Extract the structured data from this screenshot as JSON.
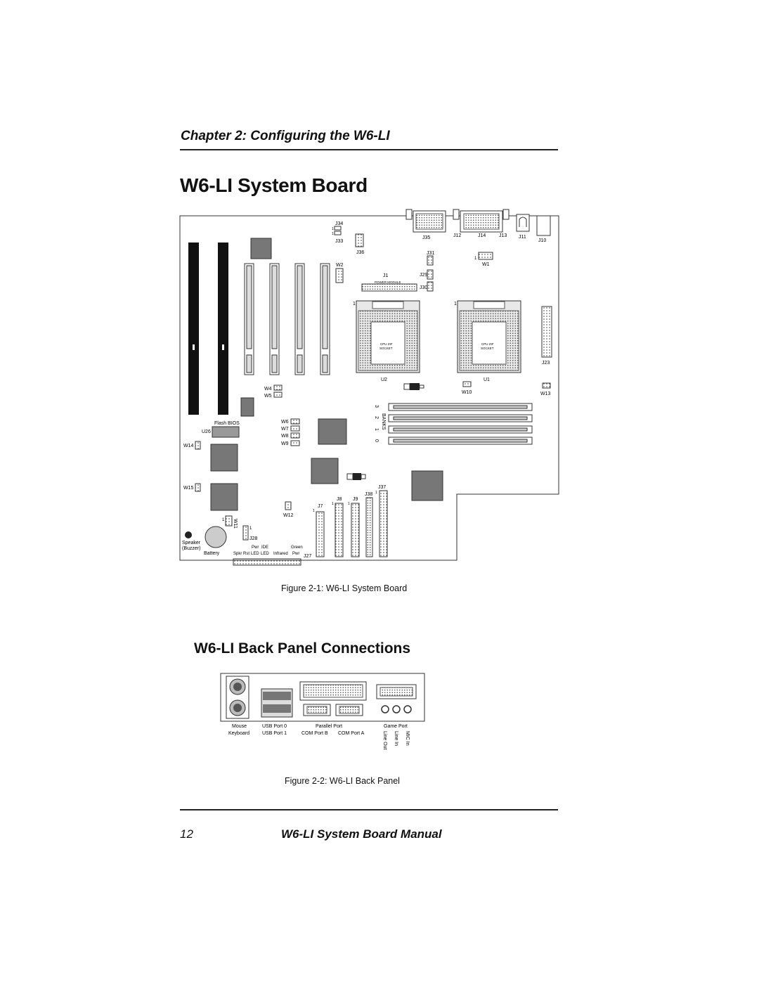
{
  "header": {
    "chapter": "Chapter 2: Configuring the W6-LI"
  },
  "section1": {
    "title": "W6-LI System Board"
  },
  "figure1": {
    "caption": "Figure 2-1: W6-LI System Board",
    "labels": {
      "j34": "J34",
      "j33": "J33",
      "j36": "J36",
      "j35": "J35",
      "j12": "J12",
      "j14": "J14",
      "j13": "J13",
      "j11": "J11",
      "j10": "J10",
      "j31": "J31",
      "w1": "W1",
      "w2": "W2",
      "j1": "J1",
      "j29": "J29",
      "power_module": "POWER MODULE",
      "j30": "J30",
      "one": "1",
      "cpu_zif": "CPU ZIF",
      "socket": "SOCKET",
      "u2": "U2",
      "u1": "U1",
      "j23": "J23",
      "w4": "W4",
      "w5": "W5",
      "w10": "W10",
      "w13": "W13",
      "flash_bios": "Flash BIOS",
      "u26": "U26",
      "w6": "W6",
      "w7": "W7",
      "w8": "W8",
      "w9": "W9",
      "w14": "W14",
      "w15": "W15",
      "banks": "BANKS",
      "bank3": "3",
      "bank2": "2",
      "bank1": "1",
      "bank0": "0",
      "j37": "J37",
      "j38": "J38",
      "j8": "J8",
      "j9": "J9",
      "j7": "J7",
      "w12": "W12",
      "w11": "W11",
      "j28": "J28",
      "speaker": "Speaker",
      "buzzer": "(Buzzer)",
      "battery": "Battery",
      "spkr_rst": "Spkr Rst",
      "pwr": "Pwr",
      "led1": "LED",
      "ide": "IDE",
      "led2": "LED",
      "infrared": "Infrared",
      "green": "Green",
      "pwr2": "Pwr",
      "j27": "J27"
    }
  },
  "section2": {
    "title": "W6-LI Back Panel Connections"
  },
  "figure2": {
    "caption": "Figure 2-2: W6-LI Back Panel",
    "labels": {
      "mouse": "Mouse",
      "keyboard": "Keyboard",
      "usb0": "USB Port 0",
      "usb1": "USB Port 1",
      "parallel": "Parallel Port",
      "comb": "COM Port B",
      "coma": "COM Port A",
      "game": "Game Port",
      "line_out": "Line Out",
      "line_in": "Line In",
      "mic_in": "MIC In"
    }
  },
  "footer": {
    "page_number": "12",
    "manual_title": "W6-LI System Board Manual"
  }
}
